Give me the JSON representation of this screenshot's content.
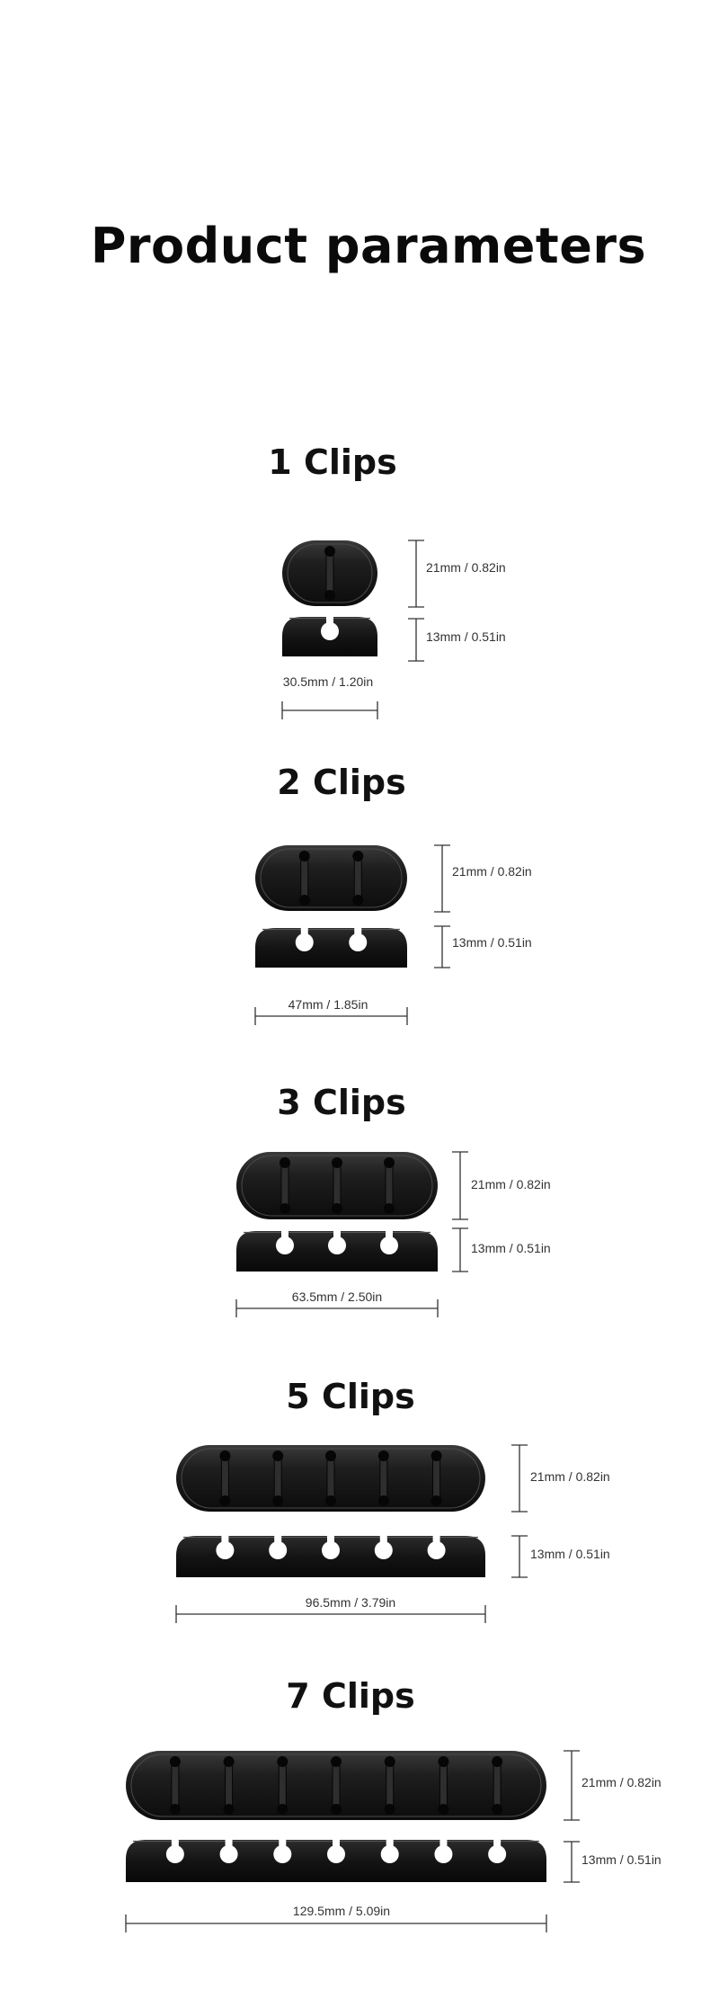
{
  "page": {
    "title": "Product parameters"
  },
  "products": [
    {
      "name": "1 Clips",
      "clips": 1,
      "height_top": "21mm / 0.82in",
      "height_bottom": "13mm / 0.51in",
      "width": "30.5mm / 1.20in"
    },
    {
      "name": "2 Clips",
      "clips": 2,
      "height_top": "21mm / 0.82in",
      "height_bottom": "13mm / 0.51in",
      "width": "47mm / 1.85in"
    },
    {
      "name": "3 Clips",
      "clips": 3,
      "height_top": "21mm / 0.82in",
      "height_bottom": "13mm / 0.51in",
      "width": "63.5mm / 2.50in"
    },
    {
      "name": "5 Clips",
      "clips": 5,
      "height_top": "21mm / 0.82in",
      "height_bottom": "13mm / 0.51in",
      "width": "96.5mm / 3.79in"
    },
    {
      "name": "7 Clips",
      "clips": 7,
      "height_top": "21mm / 0.82in",
      "height_bottom": "13mm / 0.51in",
      "width": "129.5mm / 5.09in"
    }
  ]
}
